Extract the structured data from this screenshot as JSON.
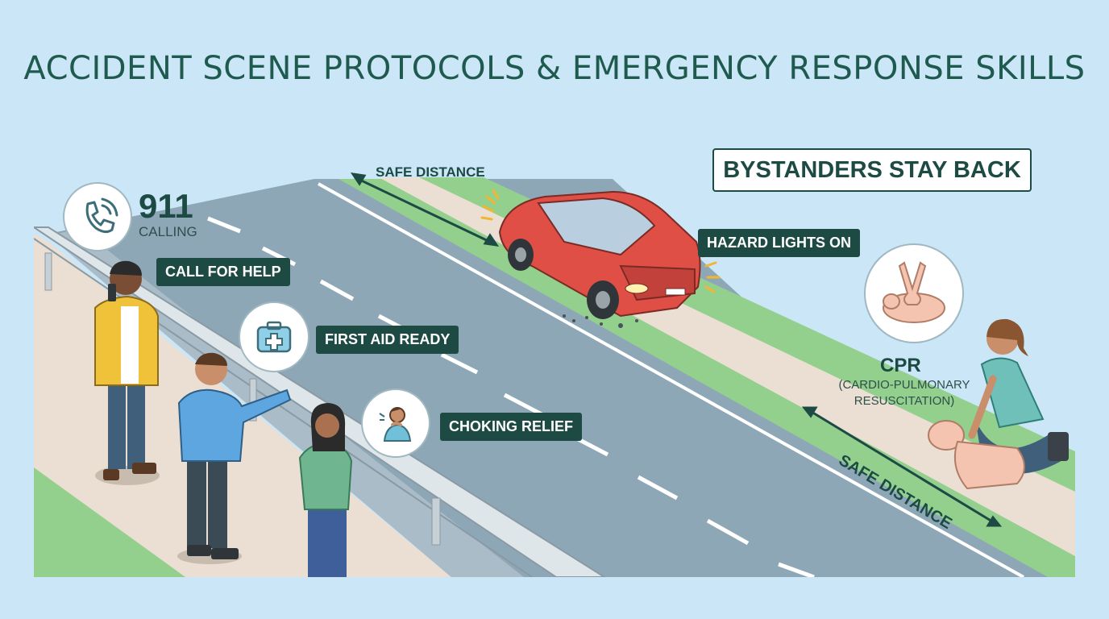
{
  "title": "ACCIDENT SCENE PROTOCOLS & EMERGENCY RESPONSE SKILLS",
  "phone_call": {
    "number": "911",
    "status": "CALLING",
    "icon": "phone-icon"
  },
  "labels": {
    "call_for_help": "CALL FOR HELP",
    "first_aid_ready": "FIRST AID READY",
    "choking_relief": "CHOKING RELIEF",
    "hazard_lights_on": "HAZARD LIGHTS ON",
    "bystanders_stay_back": "BYSTANDERS STAY BACK",
    "safe_distance_top": "SAFE DISTANCE",
    "safe_distance_right": "SAFE DISTANCE"
  },
  "cpr": {
    "title": "CPR",
    "subtitle": "(CARDIO-PULMONARY RESUSCITATION)"
  },
  "colors": {
    "background": "#cbe6f7",
    "road": "#8ea7b7",
    "grass": "#93cf8d",
    "sidewalk": "#eadfd2",
    "label_bg": "#1d4b44",
    "title_text": "#1f5a4f",
    "car": "#df4f46",
    "hazard": "#f2b630"
  }
}
